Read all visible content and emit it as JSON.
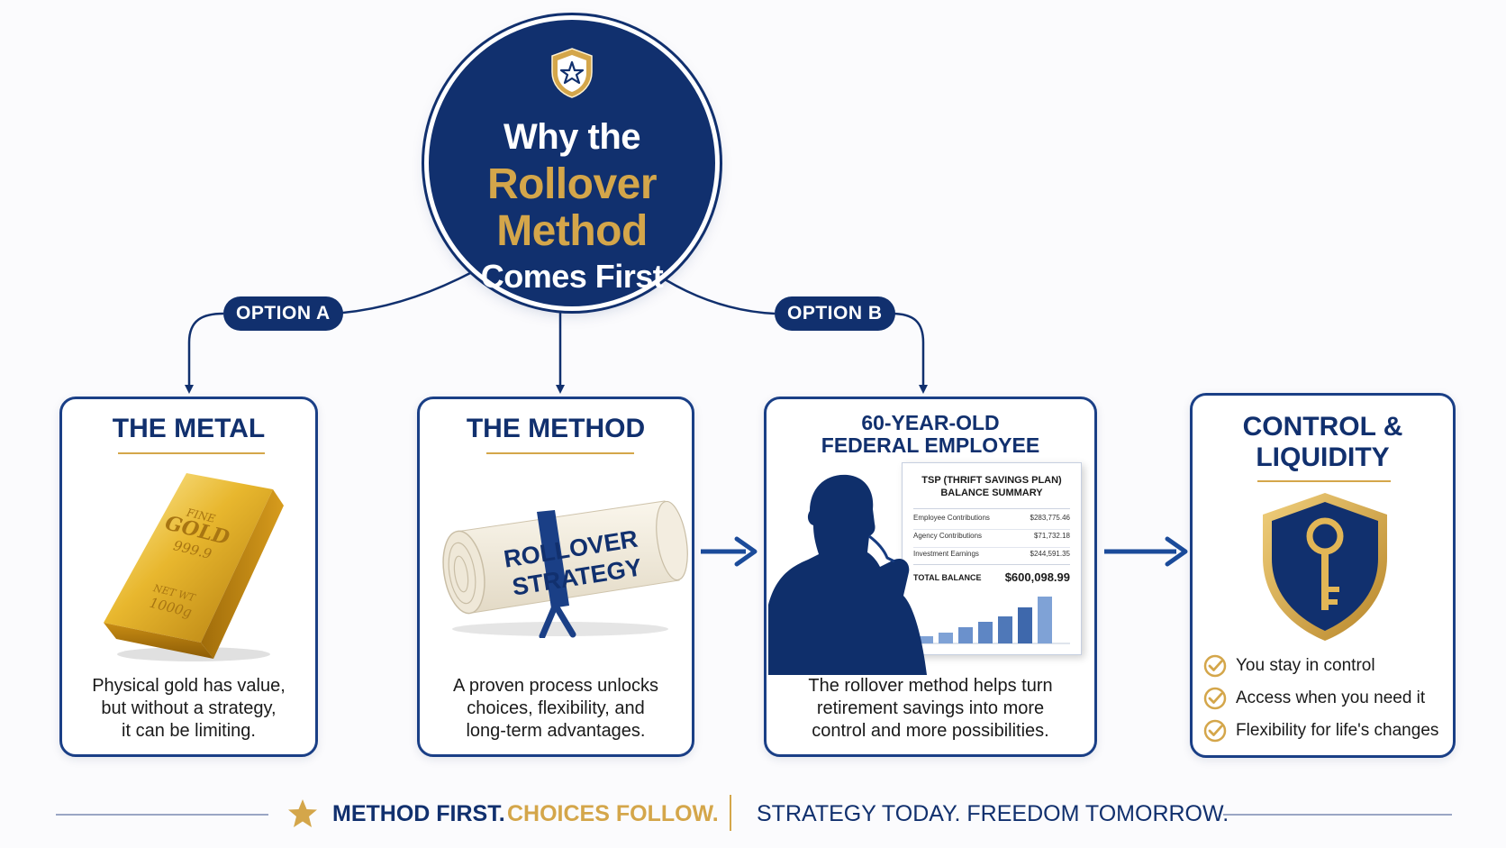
{
  "hub": {
    "line1": "Why the",
    "line2": "Rollover",
    "line3": "Method",
    "line4": "Comes First"
  },
  "options": {
    "a": "OPTION A",
    "b": "OPTION B"
  },
  "cards": {
    "metal": {
      "title": "THE METAL",
      "bar_lines": [
        "FINE",
        "GOLD",
        "999.9",
        "NET WT",
        "1000g"
      ],
      "description_lines": [
        "Physical gold has value,",
        "but without a strategy,",
        "it can be limiting."
      ]
    },
    "method": {
      "title": "THE METHOD",
      "scroll_lines": [
        "ROLLOVER",
        "STRATEGY"
      ],
      "description_lines": [
        "A proven process unlocks",
        "choices, flexibility, and",
        "long-term advantages."
      ]
    },
    "employee": {
      "title_lines": [
        "60-YEAR-OLD",
        "FEDERAL EMPLOYEE"
      ],
      "statement": {
        "heading_lines": [
          "TSP (THRIFT SAVINGS PLAN)",
          "BALANCE SUMMARY"
        ],
        "rows": [
          {
            "label": "Employee Contributions",
            "value": "$283,775.46"
          },
          {
            "label": "Agency Contributions",
            "value": "$71,732.18"
          },
          {
            "label": "Investment Earnings",
            "value": "$244,591.35"
          }
        ],
        "total_label": "TOTAL BALANCE",
        "total_value": "$600,098.99"
      },
      "description_lines": [
        "The rollover method helps turn",
        "retirement savings into more",
        "control and more possibilities."
      ]
    },
    "control": {
      "title_lines": [
        "CONTROL &",
        "LIQUIDITY"
      ],
      "benefits": [
        "You stay in control",
        "Access when you need it",
        "Flexibility for life's changes"
      ]
    }
  },
  "footer": {
    "part1": "METHOD FIRST.",
    "part2": "CHOICES FOLLOW.",
    "part3": "STRATEGY TODAY. FREEDOM TOMORROW."
  },
  "colors": {
    "navy": "#11306e",
    "gold": "#d4a64a",
    "card_border": "#1a3f86"
  },
  "icons": [
    "shield-star-icon",
    "gold-bar-icon",
    "scroll-icon",
    "person-silhouette-icon",
    "key-shield-icon",
    "check-circle-icon",
    "star-icon",
    "arrow-right-icon"
  ]
}
